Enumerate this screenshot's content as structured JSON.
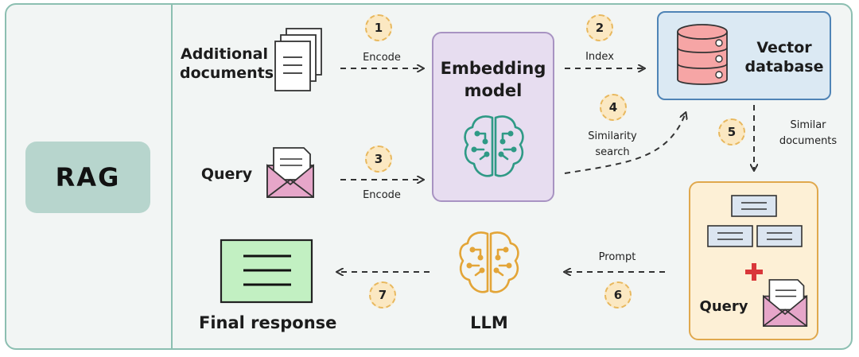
{
  "side_label": "RAG",
  "nodes": {
    "additional_documents": "Additional\ndocuments",
    "query": "Query",
    "embedding_model": "Embedding\nmodel",
    "vector_database": "Vector\ndatabase",
    "query_box_label": "Query",
    "llm": "LLM",
    "final_response": "Final response"
  },
  "edges": {
    "encode_docs": "Encode",
    "encode_query": "Encode",
    "index": "Index",
    "similarity_search": "Similarity\nsearch",
    "similar_documents": "Similar\ndocuments",
    "prompt": "Prompt"
  },
  "steps": [
    "1",
    "2",
    "3",
    "4",
    "5",
    "6",
    "7"
  ],
  "colors": {
    "frame_border": "#8cbfb1",
    "rag_badge": "#b7d5cd",
    "embedding_fill": "#e7ddf0",
    "embedding_icon": "#2f9a86",
    "vector_db_fill": "#dbe9f3",
    "db_cylinder": "#f6a5a5",
    "query_box_fill": "#fdf0d6",
    "llm_icon": "#e3a538",
    "final_response_fill": "#c2f0c2",
    "envelope": "#e6a6c9",
    "plus": "#d9373a"
  }
}
